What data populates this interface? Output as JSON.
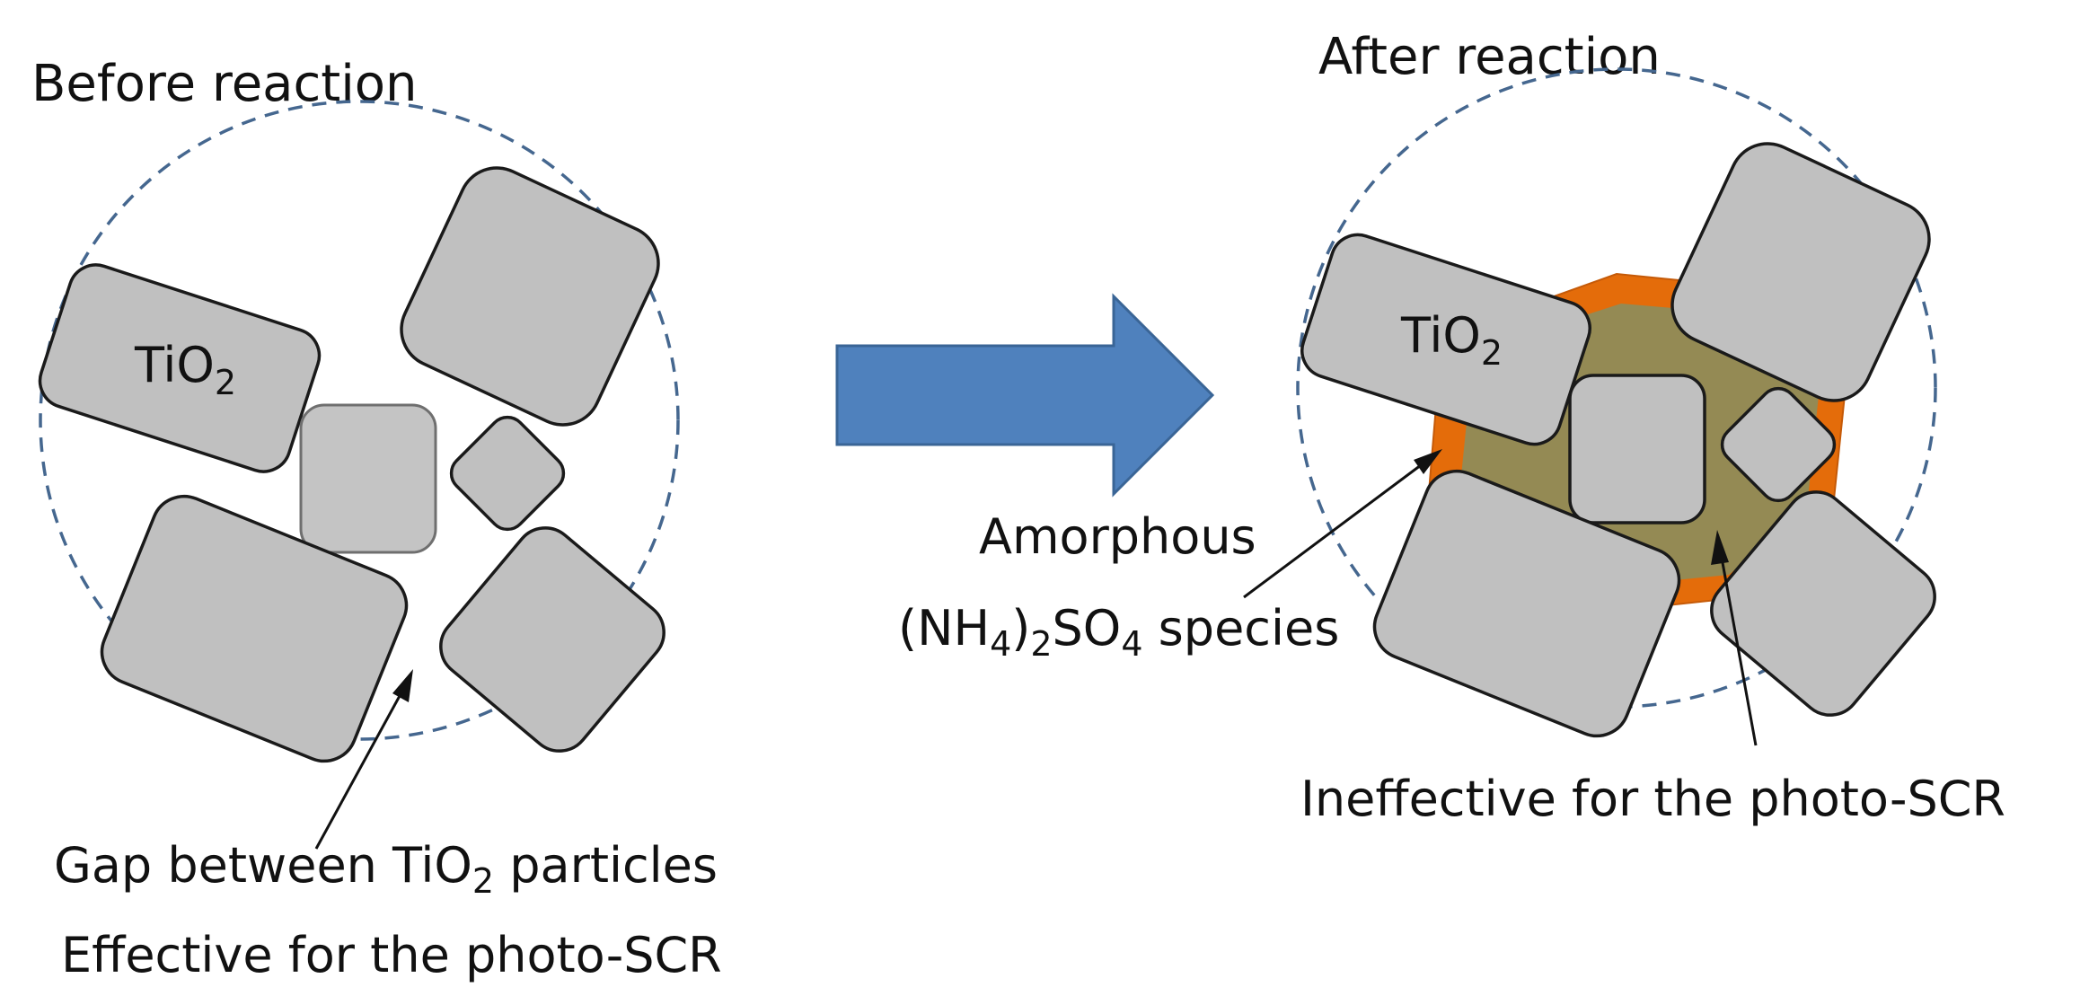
{
  "panels": {
    "before": {
      "title": "Before reaction",
      "particle_label": {
        "main": "TiO",
        "sub": "2"
      },
      "gap_label": {
        "prefix": "Gap between TiO",
        "sub": "2",
        "suffix": " particles"
      },
      "effect_label": "Effective for the photo-SCR"
    },
    "after": {
      "title": "After reaction",
      "particle_label": {
        "main": "TiO",
        "sub": "2"
      },
      "species_label": {
        "line1": "Amorphous",
        "part_a": "(NH",
        "sub_a": "4",
        "part_b": ")",
        "sub_b": "2",
        "part_c": "SO",
        "sub_c": "4",
        "part_d": " species"
      },
      "effect_label": "Ineffective for the photo-SCR"
    }
  },
  "colors": {
    "particle_fill": "#c0c0c0",
    "transition_arrow": "#4f81bd",
    "deposit_outer": "#e46c0a",
    "deposit_inner": "#948a54",
    "boundary_dash": "#45678f"
  }
}
